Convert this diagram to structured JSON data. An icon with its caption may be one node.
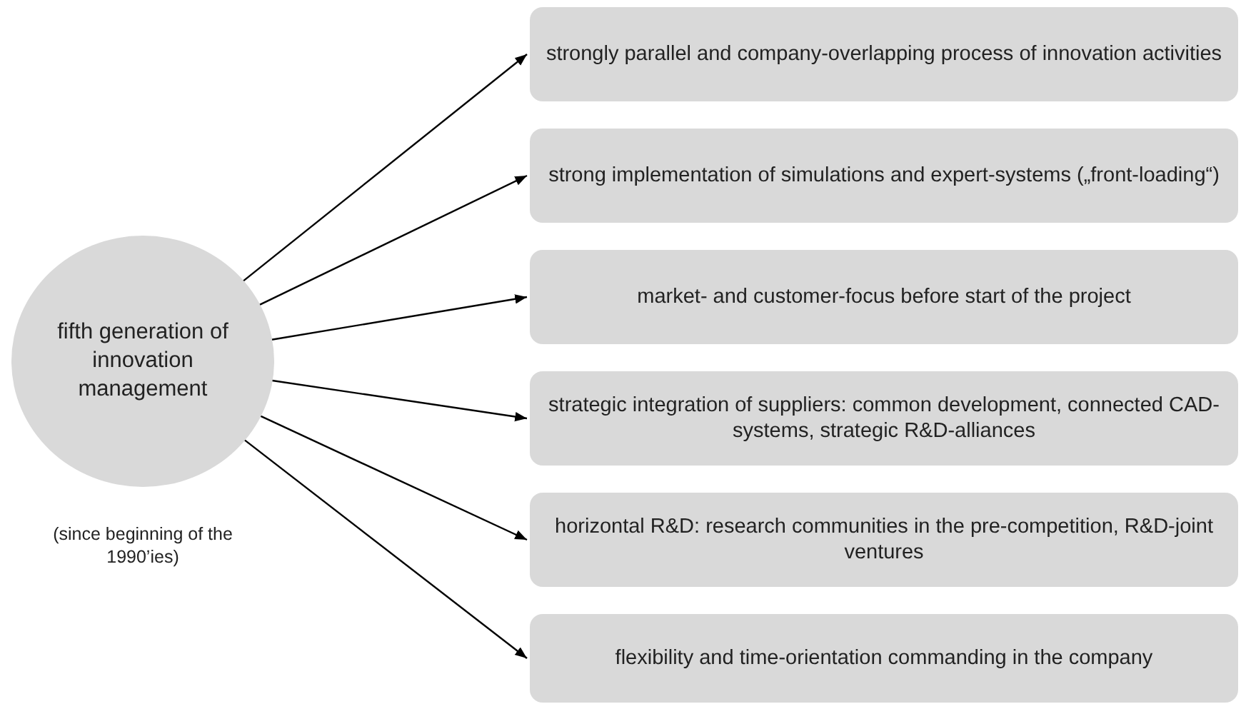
{
  "diagram": {
    "nodes": [
      {
        "text": [
          "fifth generation of innovation management"
        ],
        "beside": [
          "(since beginning of the 1990’ies)"
        ]
      },
      {
        "text": [
          "strongly parallel and company-overlapping process of innovation activities"
        ]
      },
      {
        "text": [
          "strong implementation of simulations and expert-systems („front-loading“)"
        ]
      },
      {
        "text": [
          "market- and customer-focus before start of the project"
        ]
      },
      {
        "text": [
          "strategic integration of suppliers: common development, connected CAD-systems, strategic R&D-alliances"
        ]
      },
      {
        "text": [
          "horizontal R&D: research communities in the pre-competition, R&D-joint ventures"
        ]
      },
      {
        "text": [
          "flexibility and time-orientation commanding in the company"
        ]
      }
    ],
    "edges": [
      {
        "from": 0,
        "to": 1,
        "arrow": "to"
      },
      {
        "from": 0,
        "to": 2,
        "arrow": "to"
      },
      {
        "from": 0,
        "to": 3,
        "arrow": "to"
      },
      {
        "from": 0,
        "to": 4,
        "arrow": "to"
      },
      {
        "from": 0,
        "to": 5,
        "arrow": "to"
      },
      {
        "from": 0,
        "to": 6,
        "arrow": "to"
      }
    ]
  }
}
